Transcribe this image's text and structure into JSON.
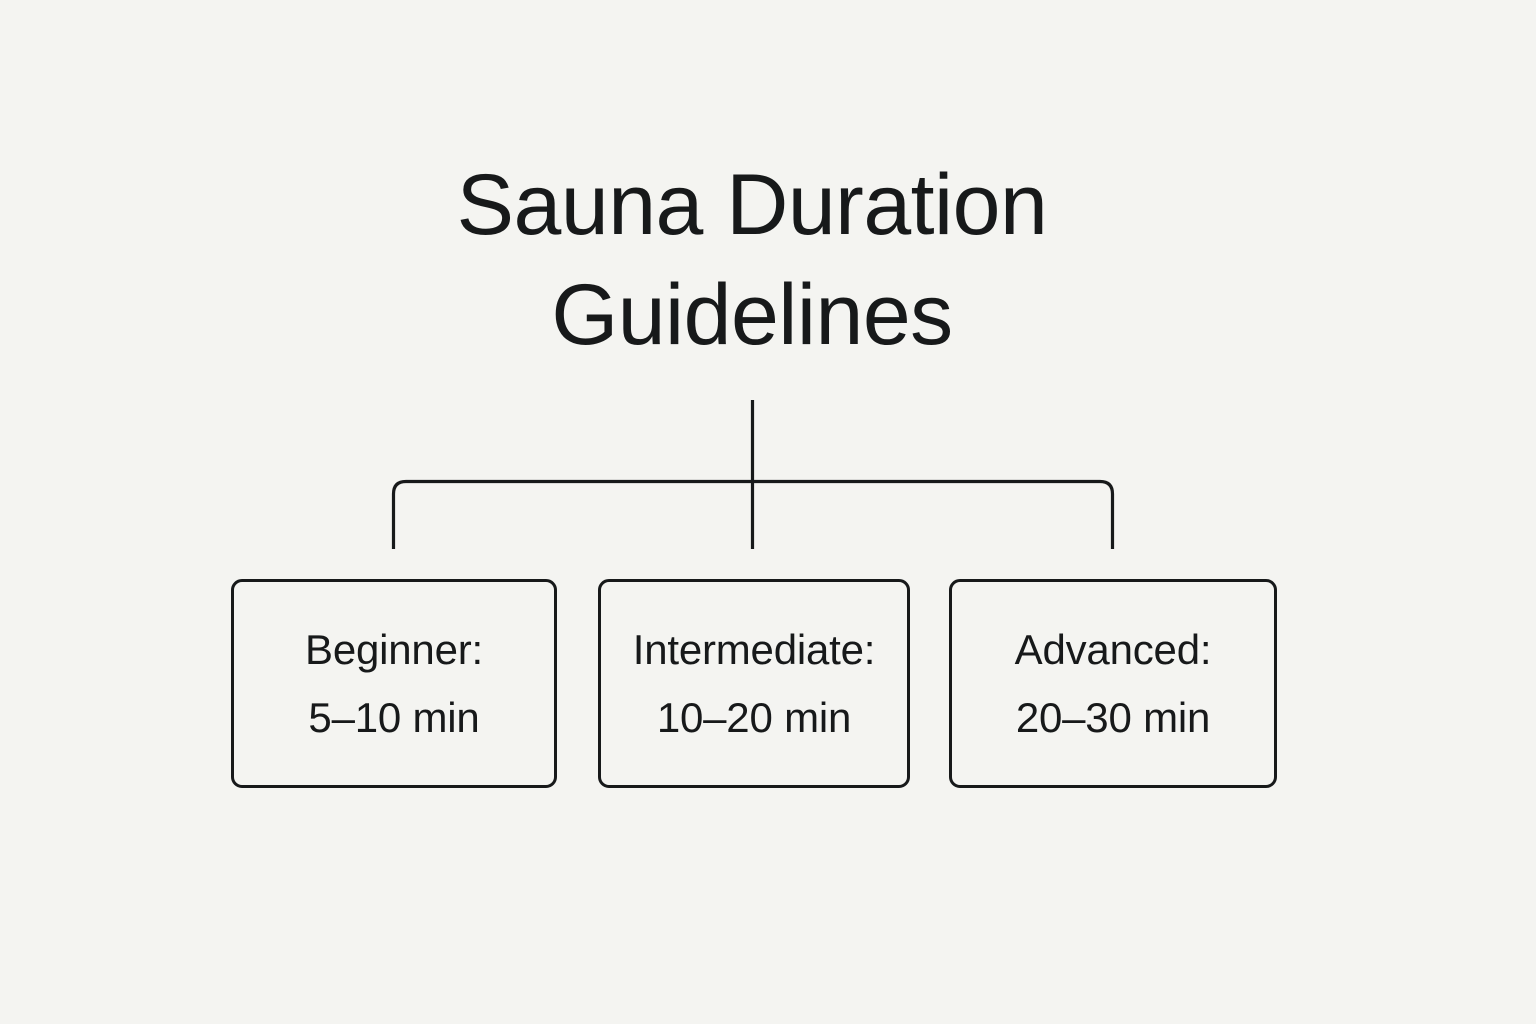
{
  "diagram": {
    "title": {
      "line1": "Sauna Duration",
      "line2": "Guidelines",
      "full": "Sauna Duration Guidelines"
    },
    "colors": {
      "background": "#F4F4F1",
      "ink": "#17191A",
      "stroke": "#17191A"
    },
    "nodes": [
      {
        "id": "beginner",
        "label": "Beginner:",
        "value": "5–10 min",
        "min_minutes": 5,
        "max_minutes": 10
      },
      {
        "id": "intermediate",
        "label": "Intermediate:",
        "value": "10–20 min",
        "min_minutes": 10,
        "max_minutes": 20
      },
      {
        "id": "advanced",
        "label": "Advanced:",
        "value": "20–30 min",
        "min_minutes": 20,
        "max_minutes": 30
      }
    ],
    "connector": {
      "type": "orthogonal-tree",
      "description": "vertical stem from title splitting into three branches"
    }
  }
}
